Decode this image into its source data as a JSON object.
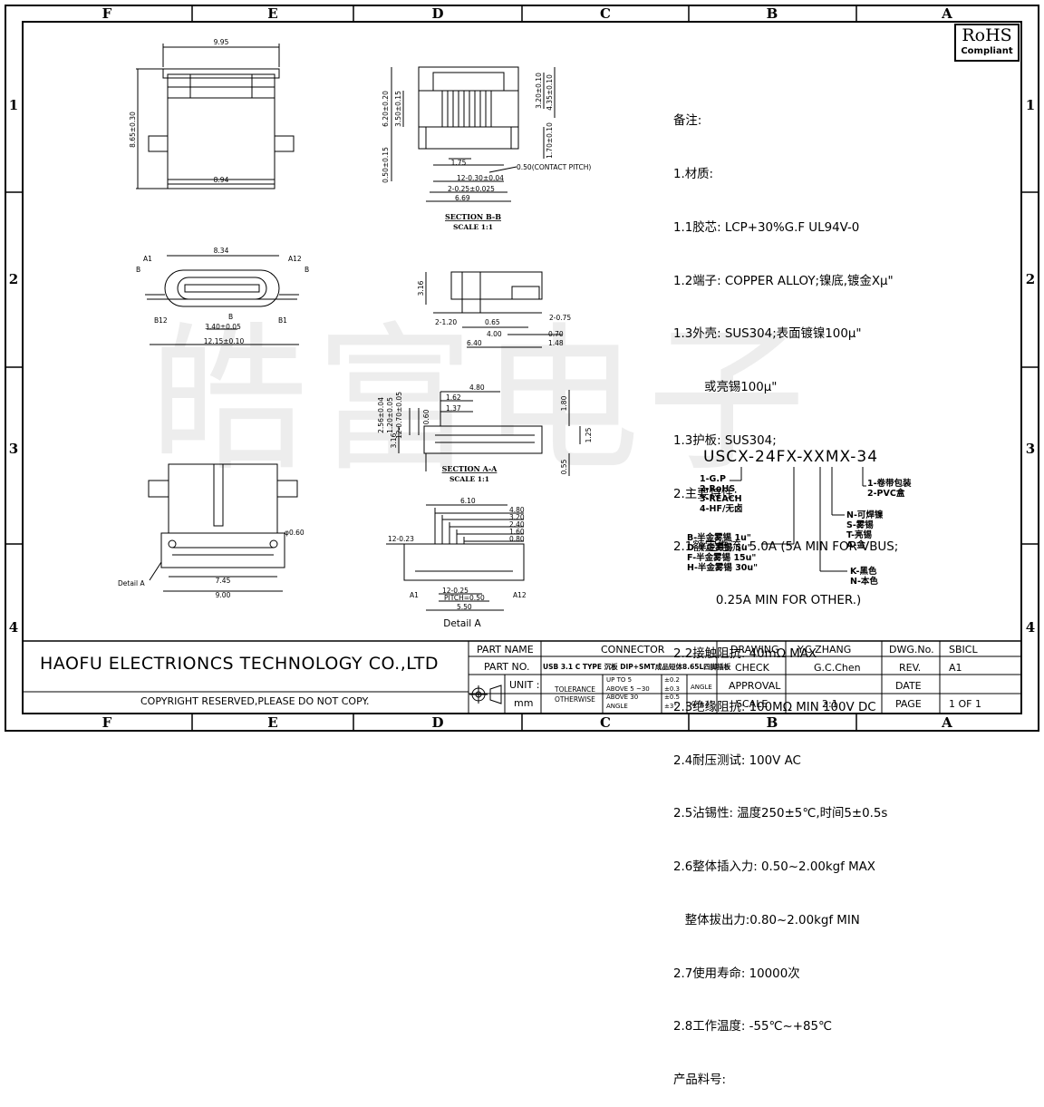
{
  "frame": {
    "cols": [
      "F",
      "E",
      "D",
      "C",
      "B",
      "A"
    ],
    "rows": [
      "1",
      "2",
      "3",
      "4"
    ]
  },
  "rohs": {
    "line1": "RoHS",
    "line2": "Compliant"
  },
  "watermark": "皓富电子",
  "notes": [
    "备注:",
    "1.材质:",
    "1.1胶芯: LCP+30%G.F UL94V-0",
    "1.2端子: COPPER ALLOY;镍底,镀金Xμ\"",
    "1.3外壳: SUS304;表面镀镍100μ\"",
    "        或亮锡100μ\"",
    "1.3护板: SUS304;",
    "2.主要特性:",
    "2.1额定电流: 5.0A (5A MIN FOR VBUS;",
    "           0.25A MIN FOR OTHER.)",
    "2.2接触阻抗: 40mΩ MAX",
    "2.3绝缘阻抗: 100MΩ MIN 100V DC",
    "2.4耐压测试: 100V AC",
    "2.5沾锡性: 温度250±5℃,时间5±0.5s",
    "2.6整体插入力: 0.50~2.00kgf MAX",
    "   整体拔出力:0.80~2.00kgf MIN",
    "2.7使用寿命: 10000次",
    "2.8工作温度: -55℃~+85℃",
    "产品料号:"
  ],
  "part_number": {
    "code": "USCX-24FX-XXMX-34",
    "left_options": [
      "1-G.P",
      "2-RoHS",
      "3-REACH",
      "4-HF/无卤"
    ],
    "right_options": [
      "1-卷带包装",
      "2-PVC盒"
    ],
    "material_options": [
      "N-可焊镍",
      "S-雾锡",
      "T-亮锡",
      "A-金"
    ],
    "color_options": [
      "K-黑色",
      "N-本色"
    ],
    "plating_options": [
      "B-半金雾锡 1u\"",
      "D-半金雾锡 5u\"",
      "F-半金雾锡 15u\"",
      "H-半金雾锡 30u\""
    ]
  },
  "views": {
    "section_bb": {
      "title": "SECTION B-B",
      "scale": "SCALE 1:1"
    },
    "section_aa": {
      "title": "SECTION A-A",
      "scale": "SCALE 1:1"
    },
    "detail_a": "Detail A",
    "detail_a2": "Detail  A"
  },
  "dims": {
    "top_width": "9.95",
    "height_865": "8.65±0.30",
    "width_894": "8.94",
    "d620": "6.20±0.20",
    "d350": "3.50±0.15",
    "d050": "0.50±0.15",
    "d320": "3.20±0.10",
    "d435": "4.35±0.10",
    "d170": "1.70±0.10",
    "d175": "1.75",
    "d_pitch": "0.50(CONTACT PITCH)",
    "d12_030": "12-0.30±0.04",
    "d2_025": "2-0.25±0.025",
    "d669": "6.69",
    "d834": "8.34",
    "a1": "A1",
    "a12": "A12",
    "b_left": "B",
    "b_right": "B",
    "b12": "B12",
    "b1": "B1",
    "b_bottom": "B",
    "d340": "3.40±0.05",
    "d1215": "12.15±0.10",
    "d316": "3.16",
    "d2_120": "2-1.20",
    "d065": "0.65",
    "d2_075": "2-0.75",
    "d400": "4.00",
    "d070": "0.70",
    "d640": "6.40",
    "d148": "1.48",
    "d480": "4.80",
    "d162": "1.62",
    "d137": "1.37",
    "d256": "2.56±0.04",
    "d120": "1.20±0.05",
    "d12_070": "12-0.70±0.05",
    "d060": "0.60",
    "d180": "1.80",
    "d125": "1.25",
    "d316b": "3.16",
    "d055": "0.55",
    "d745": "7.45",
    "d900": "9.00",
    "phi060": "φ0.60",
    "detail_a_left": "Detail  A",
    "d610": "6.10",
    "d480b": "4.80",
    "d320b": "3.20",
    "d240": "2.40",
    "d160": "1.60",
    "d080": "0.80",
    "d12_023": "12-0.23",
    "d12_025": "12-0.25",
    "pitch050": "PITCH=0.50",
    "d550": "5.50",
    "a1b": "A1",
    "a12b": "A12"
  },
  "title_block": {
    "company": "HAOFU ELECTRIONCS TECHNOLOGY CO.,LTD",
    "copyright": "COPYRIGHT RESERVED,PLEASE DO NOT COPY.",
    "part_name_label": "PART NAME",
    "part_name": "CONNECTOR",
    "part_no_label": "PART NO.",
    "part_no": "USB 3.1 C TYPE 沉板 DIP+SMT成品短体8.65L四脚插板",
    "unit_label": "UNIT :",
    "unit": "mm",
    "tolerance_label": "TOLERANCE",
    "otherwise_label": "OTHERWISE",
    "tol_rows": [
      {
        "range": "UP TO 5",
        "val": "±0.2"
      },
      {
        "range": "ABOVE 5 ~30",
        "val": "±0.3"
      },
      {
        "range": "ABOVE 30",
        "val": "±0.5"
      },
      {
        "range": "ANGLE",
        "val": "±3°"
      }
    ],
    "angle_label": "ANGLE",
    "angle_val": "0°±3°",
    "drawing_label": "DRAWING",
    "drawing": "Y.C.ZHANG",
    "check_label": "CHECK",
    "check": "G.C.Chen",
    "approval_label": "APPROVAL",
    "scale_label": "SCALE",
    "scale": "2:1",
    "dwg_label": "DWG.No.",
    "dwg": "SBICL",
    "rev_label": "REV.",
    "rev": "A1",
    "date_label": "DATE",
    "date": "",
    "page_label": "PAGE",
    "page": "1 OF 1"
  }
}
